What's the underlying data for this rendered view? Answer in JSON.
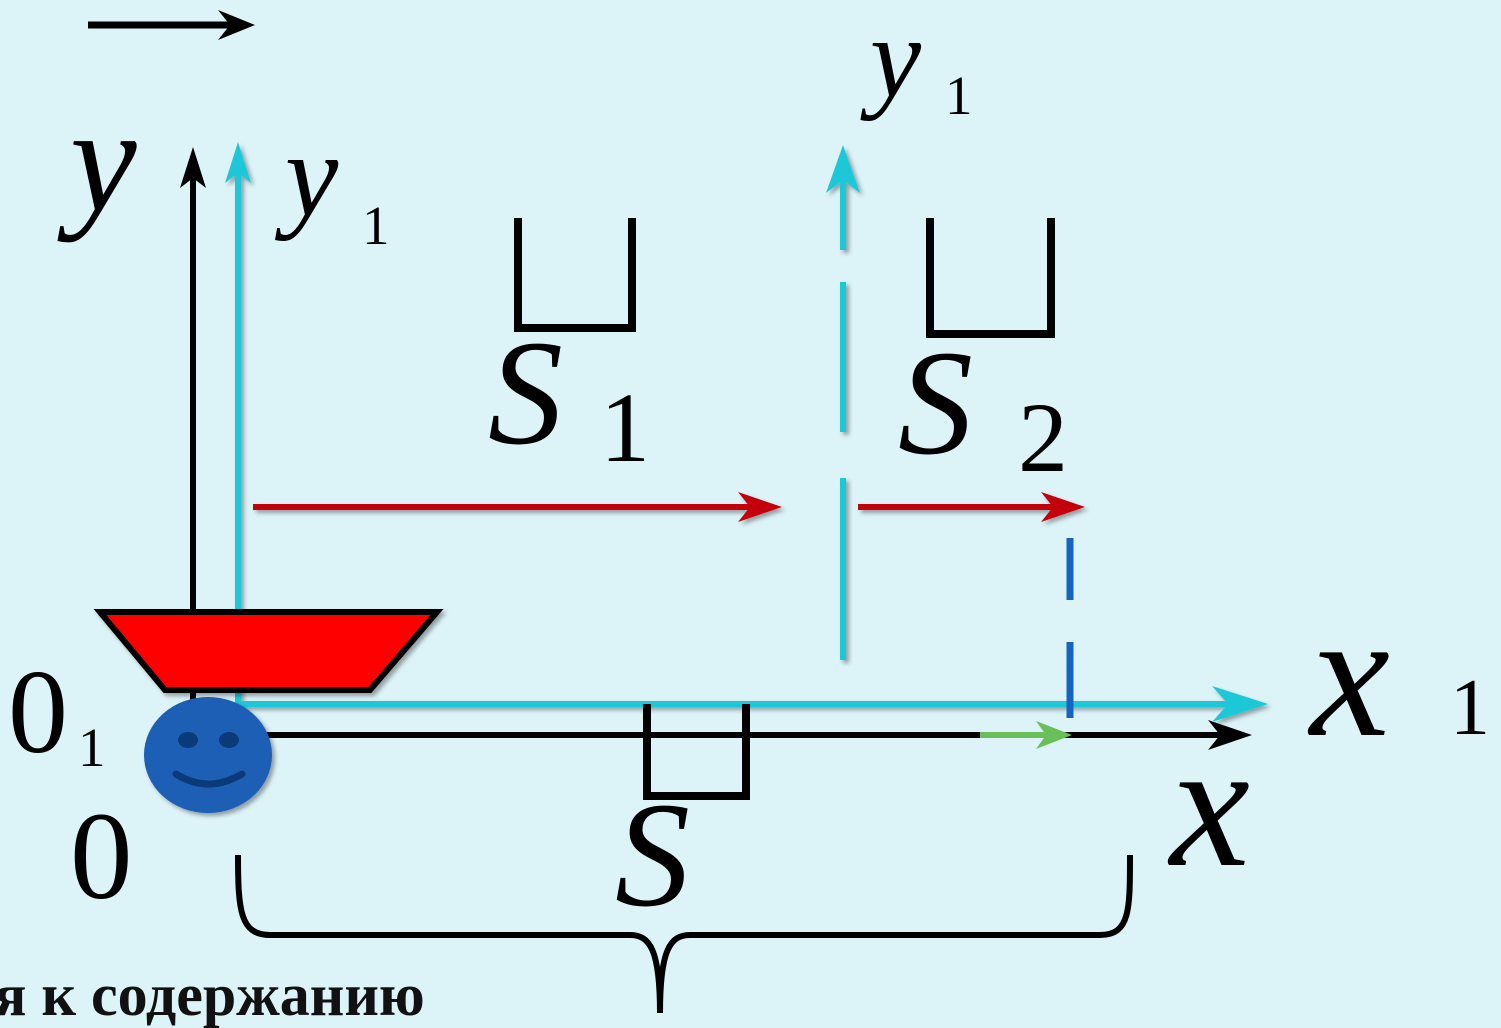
{
  "labels": {
    "y": "y",
    "y1_left": "y",
    "y1_left_sub": "1",
    "y1_top": "y",
    "y1_top_sub": "1",
    "s1": "S",
    "s1_sub": "1",
    "s2": "S",
    "s2_sub": "2",
    "s": "S",
    "x1": "x",
    "x1_sub": "1",
    "x": "x",
    "o1": "0",
    "o1_sub": "1",
    "o": "0"
  },
  "footer": {
    "text": "я к содержанию"
  },
  "colors": {
    "background": "#dcf3f8",
    "axis_black": "#000000",
    "axis_cyan": "#1ec8d8",
    "arrow_red": "#c4000f",
    "arrow_green": "#6abf5a",
    "marker_blue": "#1565c0",
    "boat_red": "#ff0000",
    "smiley_blue": "#1a5fb4"
  }
}
